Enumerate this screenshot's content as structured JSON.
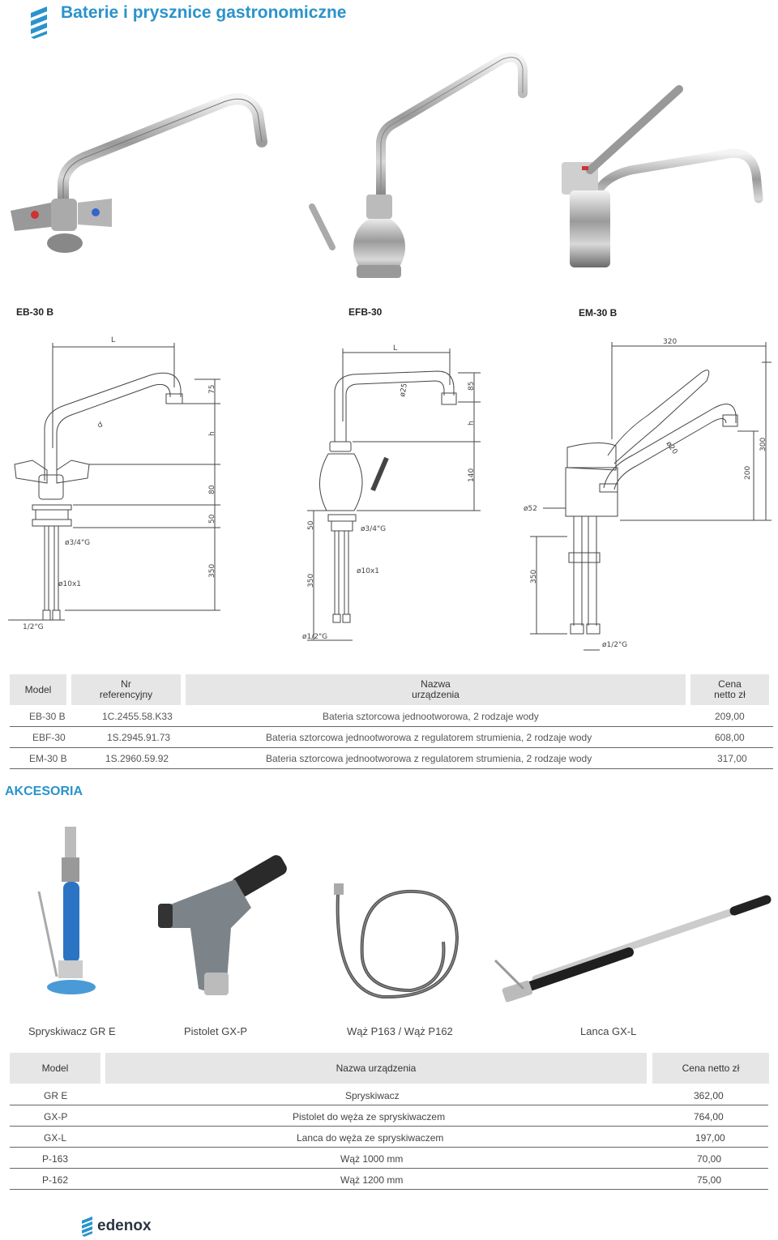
{
  "header": {
    "title": "Baterie i prysznice gastronomiczne"
  },
  "products": [
    {
      "model": "EB-30 B"
    },
    {
      "model": "EFB-30"
    },
    {
      "model": "EM-30 B"
    }
  ],
  "drawing_dims": {
    "eb": {
      "L": "L",
      "d": "d",
      "d75": "75",
      "h": "h",
      "d80": "80",
      "d50": "50",
      "d350": "350",
      "thread": "ø3/4\"G",
      "pipe": "ø10x1",
      "conn": "1/2\"G"
    },
    "efb": {
      "L": "L",
      "d25": "ø25",
      "d85": "85",
      "h": "h",
      "d140": "140",
      "d50": "50",
      "thread": "ø3/4\"G",
      "d350": "350",
      "pipe": "ø10x1",
      "conn": "ø1/2\"G"
    },
    "em": {
      "d320": "320",
      "d300": "300",
      "d200": "200",
      "d20": "ø20",
      "d52": "ø52",
      "d350": "350",
      "conn": "ø1/2\"G"
    }
  },
  "table1": {
    "headers": {
      "model": "Model",
      "ref1": "Nr",
      "ref2": "referencyjny",
      "name1": "Nazwa",
      "name2": "urządzenia",
      "price1": "Cena",
      "price2": "netto zł"
    },
    "rows": [
      {
        "model": "EB-30 B",
        "ref": "1C.2455.58.K33",
        "name": "Bateria sztorcowa jednootworowa, 2 rodzaje wody",
        "price": "209,00"
      },
      {
        "model": "EBF-30",
        "ref": "1S.2945.91.73",
        "name": "Bateria sztorcowa jednootworowa z regulatorem strumienia, 2 rodzaje wody",
        "price": "608,00"
      },
      {
        "model": "EM-30 B",
        "ref": "1S.2960.59.92",
        "name": "Bateria sztorcowa jednootworowa z regulatorem strumienia, 2 rodzaje wody",
        "price": "317,00"
      }
    ]
  },
  "accessories": {
    "title": "AKCESORIA",
    "labels": [
      "Spryskiwacz GR E",
      "Pistolet GX-P",
      "Wąż P163 / Wąż P162",
      "Lanca GX-L"
    ]
  },
  "table2": {
    "headers": {
      "model": "Model",
      "name": "Nazwa urządzenia",
      "price": "Cena netto zł"
    },
    "rows": [
      {
        "model": "GR E",
        "name": "Spryskiwacz",
        "price": "362,00"
      },
      {
        "model": "GX-P",
        "name": "Pistolet do węża ze spryskiwaczem",
        "price": "764,00"
      },
      {
        "model": "GX-L",
        "name": "Lanca do węża ze spryskiwaczem",
        "price": "197,00"
      },
      {
        "model": "P-163",
        "name": "Wąż 1000 mm",
        "price": "70,00"
      },
      {
        "model": "P-162",
        "name": "Wąż 1200 mm",
        "price": "75,00"
      }
    ]
  },
  "footer": {
    "brand": "edenox"
  },
  "colors": {
    "accent": "#2a93cc",
    "header_bg": "#e6e6e6"
  }
}
